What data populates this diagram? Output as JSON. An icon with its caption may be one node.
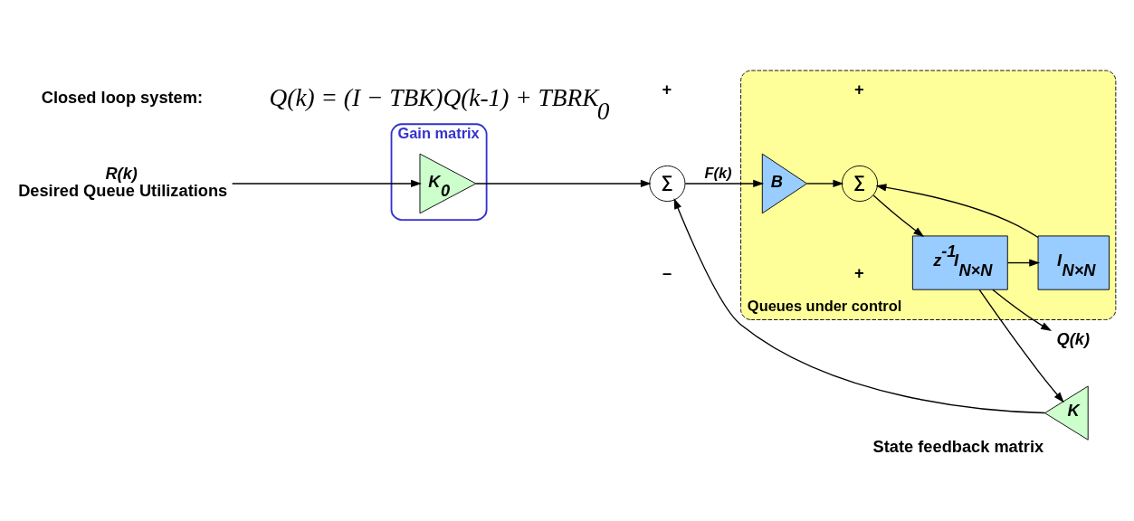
{
  "diagram": {
    "nodes": [
      {
        "text": [
          "R(k)"
        ],
        "beside": [
          "Desired Queue Utilizations"
        ]
      },
      {
        "text": [
          "Gain matrix"
        ]
      },
      {
        "text": [
          "K$_{0}$"
        ],
        "in": 1
      },
      {
        "text": [
          "∑"
        ]
      },
      {
        "text": [
          "Queues under control"
        ]
      },
      {
        "text": [
          "B"
        ],
        "in": 4
      },
      {
        "text": [
          "∑"
        ],
        "in": 4
      },
      {
        "text": [
          "z$^{-1}$I$_{N×N}$"
        ],
        "in": 4
      },
      {
        "text": [
          "I$_{N×N}$"
        ],
        "in": 4
      },
      {
        "text": [
          "Q(k)"
        ]
      },
      {
        "text": [
          "K"
        ],
        "beside": [
          "State feedback matrix"
        ]
      }
    ],
    "edges": [
      {
        "from": 0,
        "to": 2,
        "arrow": "to"
      },
      {
        "from": 2,
        "to": 3,
        "arrow": "to"
      },
      {
        "from": 3,
        "to": 5,
        "arrow": "to",
        "label": "F(k)"
      },
      {
        "from": 5,
        "to": 6,
        "arrow": "to"
      },
      {
        "from": 6,
        "to": 7,
        "arrow": "to"
      },
      {
        "from": 7,
        "to": 9,
        "arrow": "to"
      },
      {
        "from": 7,
        "to": 8,
        "arrow": "to"
      },
      {
        "from": 8,
        "to": 6,
        "arrow": "to"
      },
      {
        "from": 7,
        "to": 10,
        "arrow": "to"
      },
      {
        "from": 10,
        "to": 3,
        "arrow": "to"
      }
    ],
    "labels": [
      "+",
      "+",
      "–",
      "+",
      "Closed loop system:",
      "Q(k) = (I − TBK)Q(k-1) + TBRK$_{0}$"
    ]
  }
}
